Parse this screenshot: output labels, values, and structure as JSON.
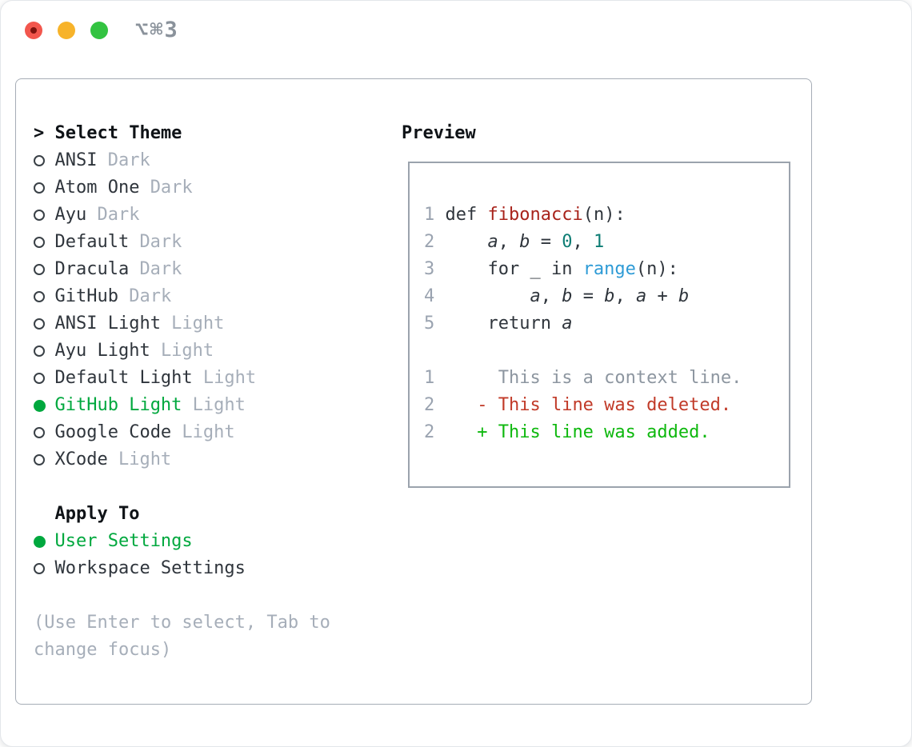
{
  "window": {
    "title": "⌥⌘3"
  },
  "panel": {
    "theme_list": {
      "cursor": ">",
      "header": "Select Theme",
      "items": [
        {
          "name": "ANSI",
          "badge": "Dark",
          "selected": false
        },
        {
          "name": "Atom One",
          "badge": "Dark",
          "selected": false
        },
        {
          "name": "Ayu",
          "badge": "Dark",
          "selected": false
        },
        {
          "name": "Default",
          "badge": "Dark",
          "selected": false
        },
        {
          "name": "Dracula",
          "badge": "Dark",
          "selected": false
        },
        {
          "name": "GitHub",
          "badge": "Dark",
          "selected": false
        },
        {
          "name": "ANSI Light",
          "badge": "Light",
          "selected": false
        },
        {
          "name": "Ayu Light",
          "badge": "Light",
          "selected": false
        },
        {
          "name": "Default Light",
          "badge": "Light",
          "selected": false
        },
        {
          "name": "GitHub Light",
          "badge": "Light",
          "selected": true
        },
        {
          "name": "Google Code",
          "badge": "Light",
          "selected": false
        },
        {
          "name": "XCode",
          "badge": "Light",
          "selected": false
        }
      ]
    },
    "apply_to": {
      "header": "Apply To",
      "options": [
        {
          "label": "User Settings",
          "selected": true
        },
        {
          "label": "Workspace Settings",
          "selected": false
        }
      ]
    },
    "help_text": "(Use Enter to select, Tab to change focus)"
  },
  "preview": {
    "header": "Preview",
    "lines": [
      {
        "num": "1",
        "tokens": [
          [
            "code",
            "def "
          ],
          [
            "func",
            "fibonacci"
          ],
          [
            "code",
            "(n):"
          ]
        ]
      },
      {
        "num": "2",
        "tokens": [
          [
            "code",
            "    "
          ],
          [
            "var",
            "a"
          ],
          [
            "code",
            ", "
          ],
          [
            "var",
            "b"
          ],
          [
            "code",
            " = "
          ],
          [
            "num",
            "0"
          ],
          [
            "code",
            ", "
          ],
          [
            "num",
            "1"
          ]
        ]
      },
      {
        "num": "3",
        "tokens": [
          [
            "code",
            "    for _ in "
          ],
          [
            "builtin",
            "range"
          ],
          [
            "code",
            "(n):"
          ]
        ]
      },
      {
        "num": "4",
        "tokens": [
          [
            "code",
            "        "
          ],
          [
            "var",
            "a"
          ],
          [
            "code",
            ", "
          ],
          [
            "var",
            "b"
          ],
          [
            "code",
            " = "
          ],
          [
            "var",
            "b"
          ],
          [
            "code",
            ", "
          ],
          [
            "var",
            "a"
          ],
          [
            "code",
            " + "
          ],
          [
            "var",
            "b"
          ]
        ]
      },
      {
        "num": "5",
        "tokens": [
          [
            "code",
            "    return "
          ],
          [
            "var",
            "a"
          ]
        ]
      },
      {
        "num": "",
        "tokens": []
      },
      {
        "num": "1",
        "tokens": [
          [
            "context",
            "     This is a context line."
          ]
        ]
      },
      {
        "num": "2",
        "tokens": [
          [
            "deleted",
            "   - This line was deleted."
          ]
        ]
      },
      {
        "num": "2",
        "tokens": [
          [
            "added",
            "   + This line was added."
          ]
        ]
      }
    ]
  },
  "colors": {
    "selection_green": "#00a83e",
    "added_green": "#0eb80e",
    "deleted_red": "#c13a28",
    "function_red": "#a8231b",
    "number_teal": "#0d7d74",
    "builtin_blue": "#2e9bd6",
    "text_dark": "#2f353c",
    "muted_gray": "#a6aeb9",
    "line_number_gray": "#9aa3b0",
    "panel_border_gray": "#a6adb6",
    "traffic_red": "#f2564d",
    "traffic_yellow": "#f7b32a",
    "traffic_green": "#33c341"
  }
}
